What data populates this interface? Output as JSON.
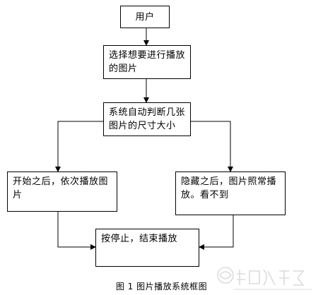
{
  "nodes": {
    "user": "用户",
    "select": "选择想要进行播放的图片",
    "judge": "系统自动判断几张图片的尺寸大小",
    "play": "开始之后，依次播放图片",
    "hide": "隐藏之后，图片照常播放。看不到",
    "stop": "按停止，结束播放"
  },
  "caption": "图 1   图片播放系统框图",
  "colors": {
    "line": "#000000",
    "box_border": "#000000",
    "background": "#ffffff"
  }
}
